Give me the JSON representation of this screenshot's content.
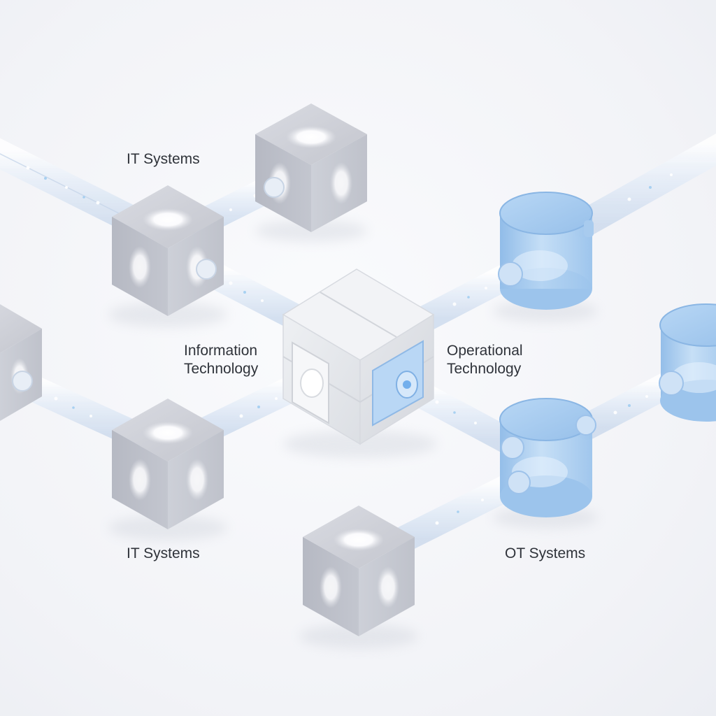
{
  "labels": {
    "it_systems_top": "IT Systems",
    "it_systems_bottom": "IT Systems",
    "ot_systems": "OT Systems",
    "information_technology": [
      "Information",
      "Technology"
    ],
    "operational_technology": [
      "Operational",
      "Technology"
    ]
  },
  "colors": {
    "it_cube": "#c9cbd3",
    "ot_cylinder": "#a9cdef",
    "gateway": "#e4e6ea",
    "gateway_accent": "#b9d7f5",
    "pipe": "#dfe9f6",
    "background": "#f3f4f8"
  },
  "icons": [
    "it-system-cube",
    "ot-system-cylinder",
    "gateway-hub",
    "data-pipe"
  ]
}
